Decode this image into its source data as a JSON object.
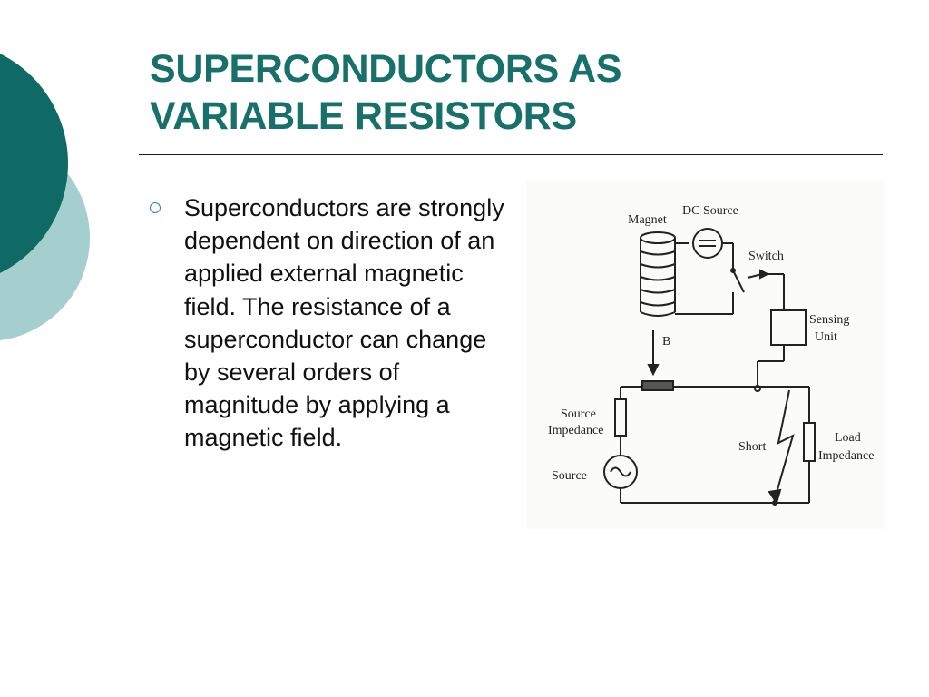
{
  "slide": {
    "title_lines": [
      "SUPERCONDUCTORS AS",
      "VARIABLE RESISTORS"
    ],
    "bullet": "Superconductors are strongly dependent on direction of an applied external magnetic field. The resistance of a superconductor can change by several orders of magnitude by applying a magnetic field."
  },
  "diagram": {
    "labels": {
      "magnet": "Magnet",
      "dc_source": "DC Source",
      "switch": "Switch",
      "sensing_unit_1": "Sensing",
      "sensing_unit_2": "Unit",
      "field": "B",
      "source_impedance_1": "Source",
      "source_impedance_2": "Impedance",
      "short": "Short",
      "load_impedance_1": "Load",
      "load_impedance_2": "Impedance",
      "source": "Source"
    }
  },
  "colors": {
    "accent": "#17706a",
    "deco_dark": "#0f6a66",
    "deco_light": "#a4cfce"
  }
}
